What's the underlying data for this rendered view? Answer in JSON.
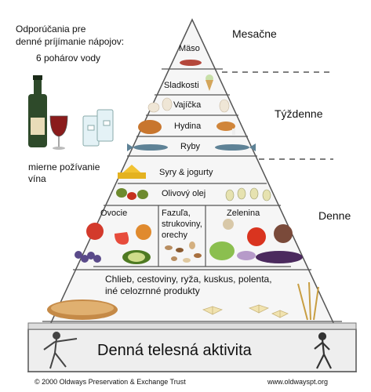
{
  "drinks_note": {
    "line1": "Odporúčania pre",
    "line2": "denné príjímanie nápojov:",
    "water": "6 pohárov vody"
  },
  "wine_note": {
    "line1": "mierne požívanie",
    "line2": "vína"
  },
  "frequency": {
    "monthly": "Mesačne",
    "weekly": "Týždenne",
    "daily": "Denne"
  },
  "tiers": {
    "meat": "Mäso",
    "sweets": "Sladkosti",
    "eggs": "Vajíčka",
    "poultry": "Hydina",
    "fish": "Ryby",
    "cheese": "Syry & jogurty",
    "olive_oil": "Olivový olej",
    "fruit": "Ovocie",
    "legumes": {
      "line1": "Fazuľa,",
      "line2": "strukoviny,",
      "line3": "orechy"
    },
    "vegetables": "Zelenina",
    "grains": {
      "line1": "Chlieb, cestoviny, ryža, kuskus, polenta,",
      "line2": "iné celozrnné produkty"
    },
    "activity": "Denná telesná aktivita"
  },
  "footer": {
    "copyright": "© 2000 Oldways Preservation & Exchange Trust",
    "url": "www.oldwayspt.org"
  }
}
